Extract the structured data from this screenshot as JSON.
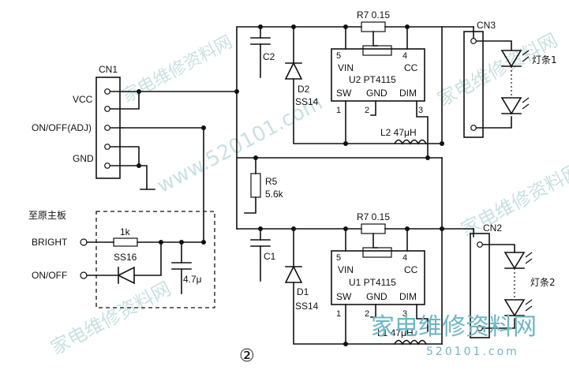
{
  "labels": {
    "cn1": "CN1",
    "vcc": "VCC",
    "onoff_adj": "ON/OFF(ADJ)",
    "gnd": "GND",
    "to_main_board": "至原主板",
    "bright": "BRIGHT",
    "onoff": "ON/OFF",
    "r_1k": "1k",
    "ss16": "SS16",
    "cap_47u": "4.7μ",
    "r5": "R5",
    "r5_value": "5.6k",
    "c1": "C1",
    "c2": "C2",
    "d1": "D1",
    "d1_part": "SS14",
    "d2": "D2",
    "d2_part": "SS14",
    "r7_top": "R7 0.15",
    "r7_bottom": "R7 0.15",
    "u2": "U2 PT4115",
    "u1": "U1 PT4115",
    "pin_vin": "VIN",
    "pin_cc": "CC",
    "pin_sw": "SW",
    "pin_gnd": "GND",
    "pin_dim": "DIM",
    "pin5": "5",
    "pin4": "4",
    "pin1": "1",
    "pin2": "2",
    "pin3": "3",
    "l2": "L2 47μH",
    "l1": "L1 47μH",
    "cn3": "CN3",
    "cn2": "CN2",
    "led_bar1": "灯条1",
    "led_bar2": "灯条2",
    "figure_number": "②"
  },
  "watermark": {
    "text1": "家电维修资料网",
    "text2": "www.520101.com",
    "logo_text": "家电维修资料网",
    "logo_url": "520101.com",
    "color": "#9ec8cc"
  }
}
